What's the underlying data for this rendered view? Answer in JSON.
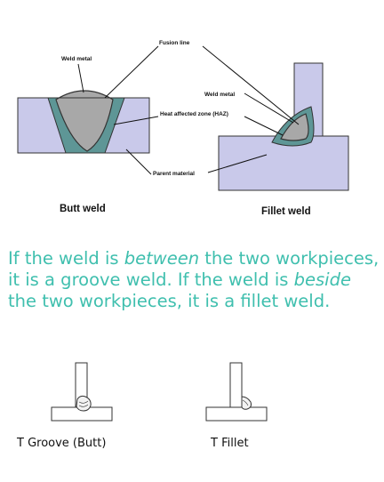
{
  "diagram": {
    "labels": {
      "fusion_line": "Fusion line",
      "weld_metal_butt": "Weld metal",
      "weld_metal_fillet": "Weld metal",
      "haz": "Heat affected zone (HAZ)",
      "parent_material": "Parent material"
    },
    "captions": {
      "butt": "Butt weld",
      "fillet": "Fillet weld"
    },
    "colors": {
      "plate": "#c9c9ea",
      "haz": "#5e9696",
      "weld": "#a8a8a8",
      "text_accent": "#3fbfae"
    }
  },
  "description": {
    "p1": "If the weld is ",
    "em1": "between",
    "p2": " the two workpieces, it is a groove weld. If the weld is ",
    "em2": "beside",
    "p3": " the two workpieces, it is a fillet weld."
  },
  "examples": {
    "t_groove": "T Groove (Butt)",
    "t_fillet": "T Fillet"
  }
}
